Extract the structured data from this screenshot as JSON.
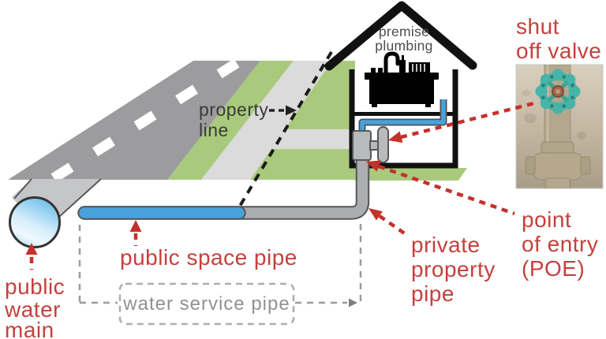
{
  "labels": {
    "property_line": [
      "property",
      "line"
    ],
    "premise_plumbing": [
      "premise",
      "plumbing"
    ],
    "shut_off_valve": [
      "shut",
      "off valve"
    ],
    "public_space_pipe": "public space pipe",
    "public_water_main": [
      "public",
      "water",
      "main"
    ],
    "water_service_pipe": "water service pipe",
    "private_property_pipe": [
      "private",
      "property",
      "pipe"
    ],
    "point_of_entry": [
      "point",
      "of entry",
      "(POE)"
    ]
  },
  "colors": {
    "label_red": "#c5403c",
    "arrow_red": "#c5302b",
    "pipe_blue": "#49a1db",
    "pipe_gray": "#abadaf",
    "road_gray": "#9c9c9e",
    "grass_green": "#a9ca7d",
    "sidewalk_gray": "#dadbda",
    "valve_teal": "#45b5a9",
    "neutral_text": "#3a3a3a",
    "muted_text": "#8f9192"
  }
}
